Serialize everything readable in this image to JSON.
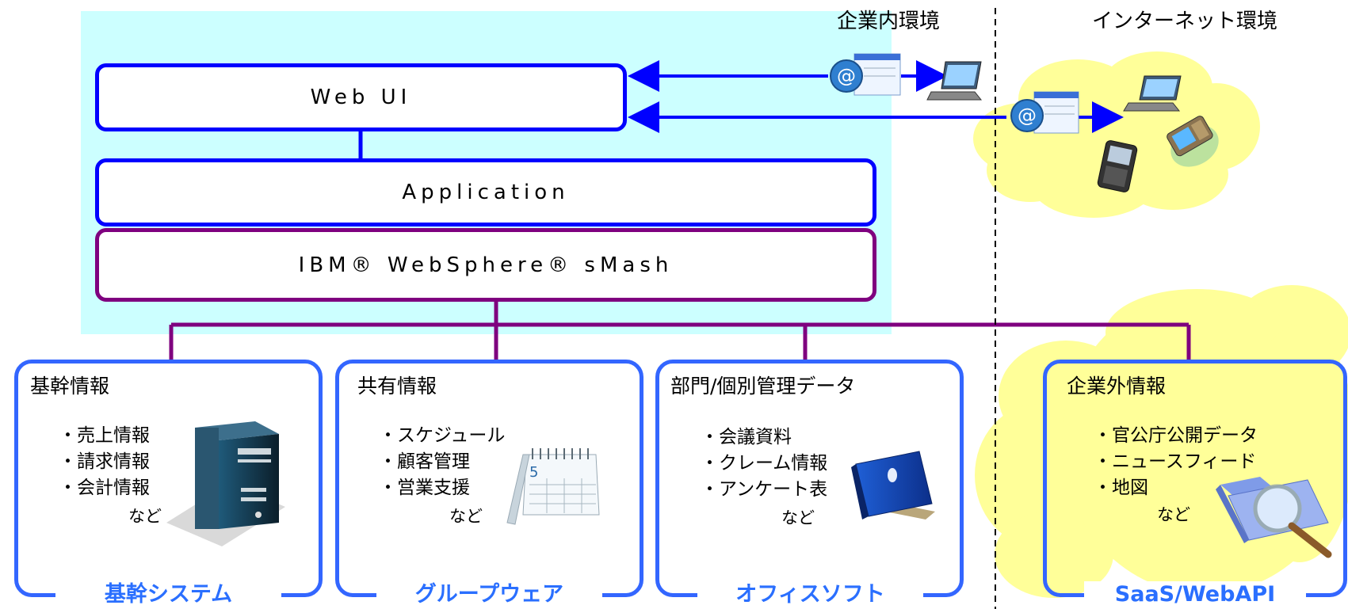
{
  "environments": {
    "internal": "企業内環境",
    "internet": "インターネット環境"
  },
  "layers": {
    "web_ui": "Web UI",
    "application": "Application",
    "smash": "IBM® WebSphere® sMash"
  },
  "sources": [
    {
      "title": "基幹情報",
      "items": [
        "・売上情報",
        "・請求情報",
        "・会計情報"
      ],
      "etc": "など",
      "caption": "基幹システム",
      "icon": "server-tower-icon"
    },
    {
      "title": "共有情報",
      "items": [
        "・スケジュール",
        "・顧客管理",
        "・営業支援"
      ],
      "etc": "など",
      "caption": "グループウェア",
      "icon": "calendar-icon"
    },
    {
      "title": "部門/個別管理データ",
      "items": [
        "・会議資料",
        "・クレーム情報",
        "・アンケート表"
      ],
      "etc": "など",
      "caption": "オフィスソフト",
      "icon": "binder-icon"
    },
    {
      "title": "企業外情報",
      "items": [
        "・官公庁公開データ",
        "・ニュースフィード",
        "・地図"
      ],
      "etc": "など",
      "caption": "SaaS/WebAPI",
      "icon": "folder-search-icon"
    }
  ],
  "colors": {
    "ui_border": "#0000ff",
    "middleware_border": "#7f007f",
    "source_border": "#3366ff",
    "caption": "#2a6fff",
    "background_zone": "#ccffff",
    "cloud": "#ffff99"
  }
}
